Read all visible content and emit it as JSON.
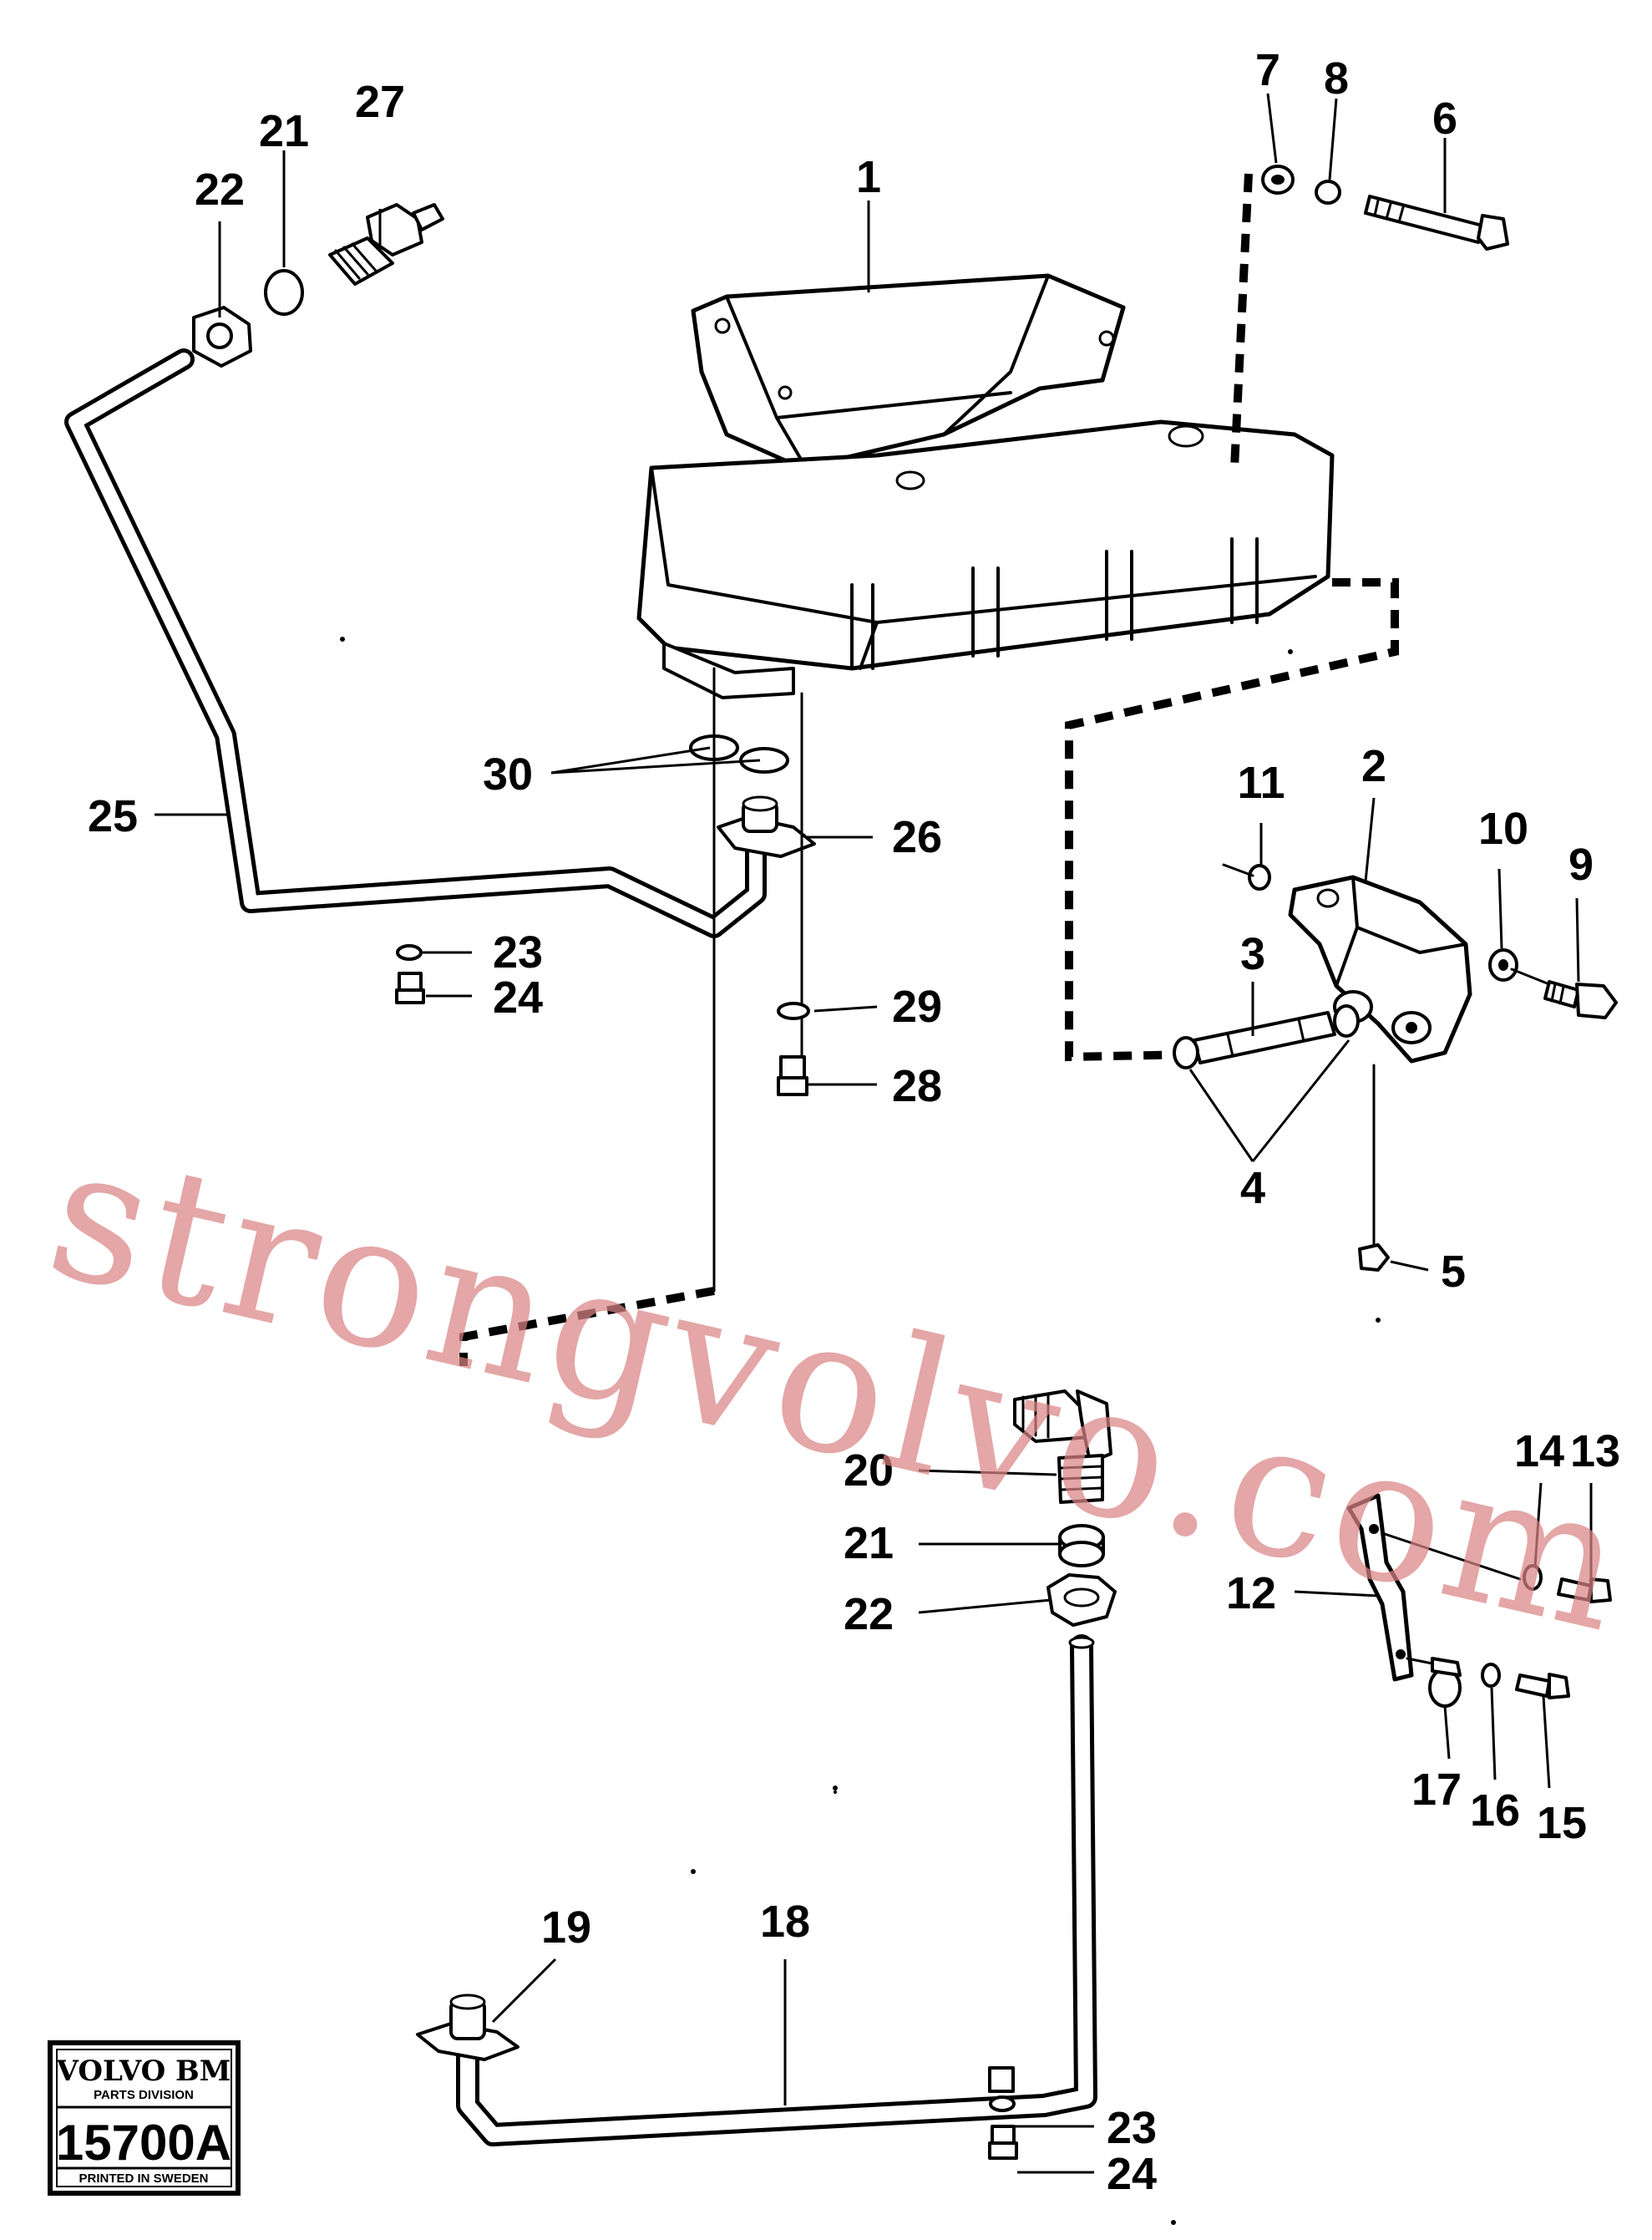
{
  "watermark": "strongvolvo.com",
  "badge": {
    "brand": "VOLVO BM",
    "division": "PARTS DIVISION",
    "code": "15700A",
    "footer": "PRINTED IN SWEDEN"
  },
  "labels": {
    "l1": "1",
    "l2": "2",
    "l3": "3",
    "l4": "4",
    "l5": "5",
    "l6": "6",
    "l7": "7",
    "l8": "8",
    "l9": "9",
    "l10": "10",
    "l11": "11",
    "l12": "12",
    "l13": "13",
    "l14": "14",
    "l15": "15",
    "l16": "16",
    "l17": "17",
    "l18": "18",
    "l19": "19",
    "l20": "20",
    "l21a": "21",
    "l21b": "21",
    "l22a": "22",
    "l22b": "22",
    "l23a": "23",
    "l23b": "23",
    "l24a": "24",
    "l24b": "24",
    "l25": "25",
    "l26": "26",
    "l27": "27",
    "l28": "28",
    "l29": "29",
    "l30": "30"
  }
}
